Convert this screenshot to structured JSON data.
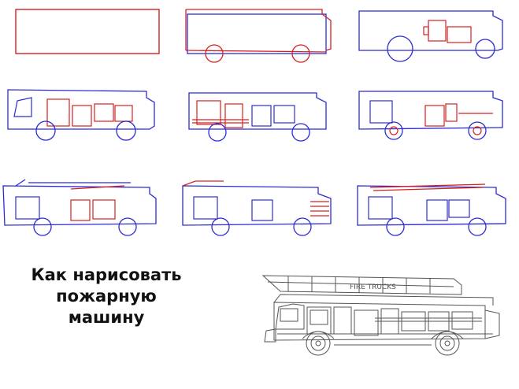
{
  "title": {
    "line1": "Как нарисовать",
    "line2": "пожарную машину"
  },
  "final_truck": {
    "side_label": "FIRE TRUCKS"
  },
  "colors": {
    "new_stroke": "#d62020",
    "old_stroke": "#2b2bd6",
    "final_stroke": "#555555",
    "title_text": "#111111"
  },
  "steps_count": 9
}
